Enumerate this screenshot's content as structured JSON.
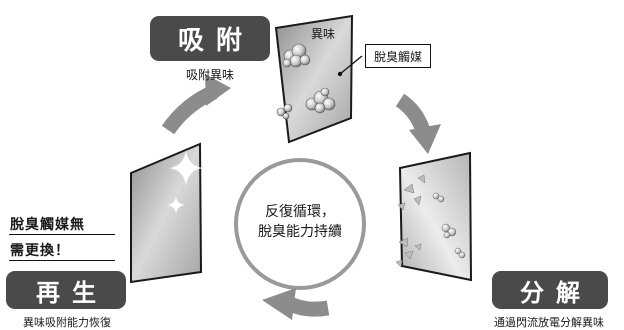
{
  "stages": {
    "adsorb": {
      "title": "吸附",
      "subtitle": "吸附異味"
    },
    "decompose": {
      "title": "分解",
      "subtitle": "通過閃流放電分解異味"
    },
    "regenerate": {
      "title": "再生",
      "subtitle": "異味吸附能力恢復"
    }
  },
  "panel_labels": {
    "odor": "異味",
    "catalyst": "脫臭觸媒"
  },
  "center": {
    "line1": "反復循環，",
    "line2": "脫臭能力持續"
  },
  "note": {
    "line1": "脫臭觸媒無",
    "line2": "需更換！"
  },
  "colors": {
    "badge": "#4a4a4a",
    "arrow": "#8c8c8c",
    "cycle_ring": "#9a9a9a",
    "panel_edge": "#1a1a1a"
  }
}
